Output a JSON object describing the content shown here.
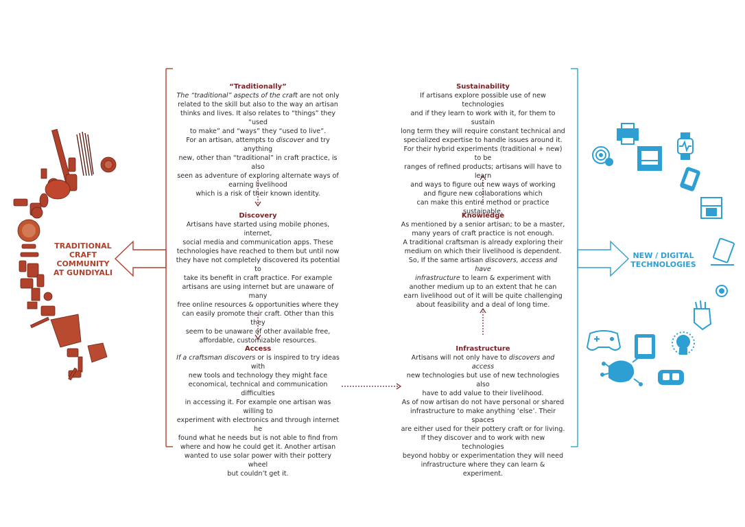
{
  "colors": {
    "brown": "#b0412b",
    "maroon": "#7a1f24",
    "blue": "#2d9fd3",
    "text": "#2b2b2b"
  },
  "left_label": [
    "TRADITIONAL CRAFT",
    "COMMUNITY",
    "AT GUNDIYALI"
  ],
  "right_label": [
    "NEW / DIGITAL",
    "TECHNOLOGIES"
  ],
  "blocks": {
    "traditionally": {
      "title": "“Traditionally”",
      "l1_italic": "The “traditional” aspects of the craft",
      "l1_rest": " are not only",
      "l2": "related to the skill but also to the way an artisan",
      "l3": "thinks and lives. It also relates to “things” they “used",
      "l4": "to make” and “ways” they “used to live”.",
      "l5_a": "For an artisan, attempts to ",
      "l5_italic": "discover",
      "l5_b": " and try anything",
      "l6": "new, other than “traditional” in craft practice, is also",
      "l7": "seen as adventure of exploring alternate ways of",
      "l8": "earning livelihood",
      "l9": "which is a risk of their known identity."
    },
    "discovery": {
      "title": "Discovery",
      "lines": [
        "Artisans have started using mobile phones, internet,",
        "social media and communication apps. These",
        "technologies have reached to them but until now",
        "they have not completely discovered its potential to",
        "take its benefit in craft practice. For example",
        "artisans are using internet but are unaware of many",
        "free online resources & opportunities where they",
        "can easily promote their craft. Other than this they",
        "seem to be unaware of other available free,",
        "affordable, customizable resources."
      ]
    },
    "access": {
      "title": "Access",
      "l1_italic": "If a craftsman discovers",
      "l1_rest": " or is inspired to try ideas with",
      "lines": [
        "new tools and technology they might face",
        "economical, technical and communication difficulties",
        "in accessing it. For example one artisan was willing to",
        "experiment with electronics and through internet he",
        "found what he needs but is not able to find from",
        "where and how he could get it. Another artisan",
        "wanted to use solar power with their pottery wheel",
        "but couldn’t get it."
      ]
    },
    "sustainability": {
      "title": "Sustainability",
      "lines": [
        "If artisans explore possible use of new technologies",
        "and if they learn to work with it, for them to sustain",
        "long term they will require constant technical and",
        "specialized expertise to handle issues around it.",
        "For their hybrid experiments (traditional + new) to be",
        "ranges of refined products; artisans will have to learn",
        "and ways to figure out new ways of working",
        "and figure new collaborations which",
        "can make this entire method or practice sustainable."
      ]
    },
    "knowledge": {
      "title": "Knowledge",
      "l1": "As mentioned by a senior artisan; to be a master,",
      "l2": "many years of craft practice is not enough.",
      "l3": "A traditional craftsman is already exploring their",
      "l4": "medium on which their livelihood is dependent.",
      "l5_a": "So, If the same artisan ",
      "l5_italic": "discovers, access and have",
      "l6_italic": "infrastructure",
      "l6_rest": " to learn & experiment with",
      "l7": "another medium up to an extent that he can",
      "l8": "earn livelihood out of it will be quite challenging",
      "l9": "about feasibility and a deal of long time."
    },
    "infrastructure": {
      "title": "Infrastructure",
      "l1_a": "Artisans will not only have to ",
      "l1_italic": "discovers and access",
      "lines": [
        "new technologies but use of new technologies also",
        "have to add value to their livelihood.",
        "As of now artisan do not have personal or shared",
        "infrastructure to make anything ‘else’. Their spaces",
        "are either used for their pottery craft or for living.",
        "If they discover and to work with new technologies",
        "beyond hobby or experimentation they will need",
        "infrastructure where they can learn & experiment."
      ]
    }
  },
  "icons": [
    "printer-icon",
    "smartwatch-icon",
    "fingerprint-icon",
    "3d-printer-icon",
    "smartphone-icon",
    "3d-printer-cube-icon",
    "laptop-icon",
    "gear-icon",
    "robotic-hand-icon",
    "game-controller-icon",
    "tablet-icon",
    "lightbulb-icon",
    "circuit-brain-icon",
    "vr-headset-icon"
  ],
  "craft_items": [
    "pot",
    "vessel",
    "clay-lump",
    "tools",
    "brushes",
    "dish",
    "plank"
  ]
}
